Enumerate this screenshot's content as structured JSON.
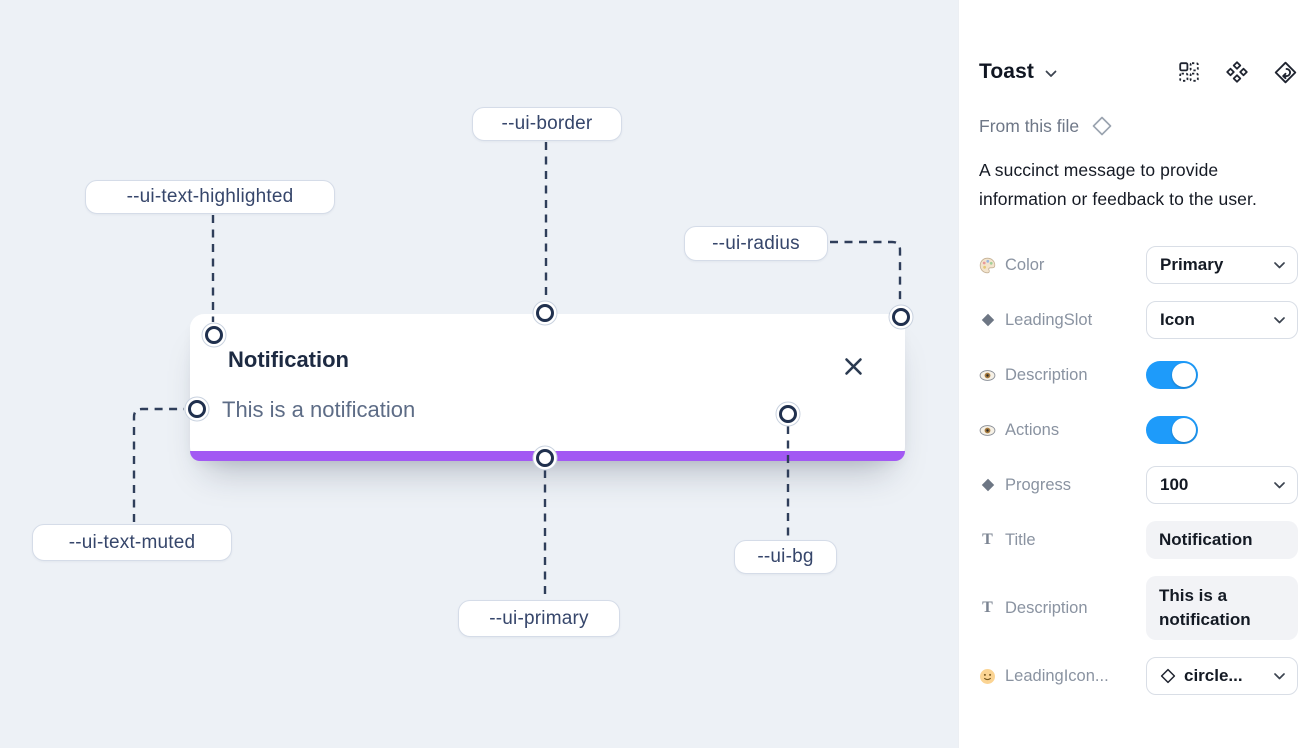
{
  "canvas": {
    "toast": {
      "title": "Notification",
      "description": "This is a notification"
    },
    "variable_labels": [
      {
        "text": "--ui-border"
      },
      {
        "text": "--ui-text-highlighted"
      },
      {
        "text": "--ui-radius"
      },
      {
        "text": "--ui-text-muted"
      },
      {
        "text": "--ui-primary"
      },
      {
        "text": "--ui-bg"
      }
    ]
  },
  "panel": {
    "component_name": "Toast",
    "source_label": "From this file",
    "description": "A succinct message to provide information or feedback to the user.",
    "icons": {
      "text_glyph": "T"
    },
    "properties": [
      {
        "icon": "palette-icon",
        "label": "Color",
        "control": "dropdown",
        "value": "Primary"
      },
      {
        "icon": "diamond-icon",
        "label": "LeadingSlot",
        "control": "dropdown",
        "value": "Icon"
      },
      {
        "icon": "eye-icon",
        "label": "Description",
        "control": "toggle",
        "value": "on"
      },
      {
        "icon": "eye-icon",
        "label": "Actions",
        "control": "toggle",
        "value": "on"
      },
      {
        "icon": "diamond-icon",
        "label": "Progress",
        "control": "dropdown",
        "value": "100"
      },
      {
        "icon": "text-icon",
        "label": "Title",
        "control": "textfield",
        "value": "Notification"
      },
      {
        "icon": "text-icon",
        "label": "Description",
        "control": "textfield",
        "value": "This is a notification"
      },
      {
        "icon": "smiley-icon",
        "label": "LeadingIcon...",
        "control": "icon-dropdown",
        "value": "circle..."
      }
    ]
  },
  "colors": {
    "primary_bar": "#a259f3",
    "toggle_on": "#1e9bfa",
    "canvas_bg": "#edf1f6",
    "wire": "#2f3e5a"
  }
}
